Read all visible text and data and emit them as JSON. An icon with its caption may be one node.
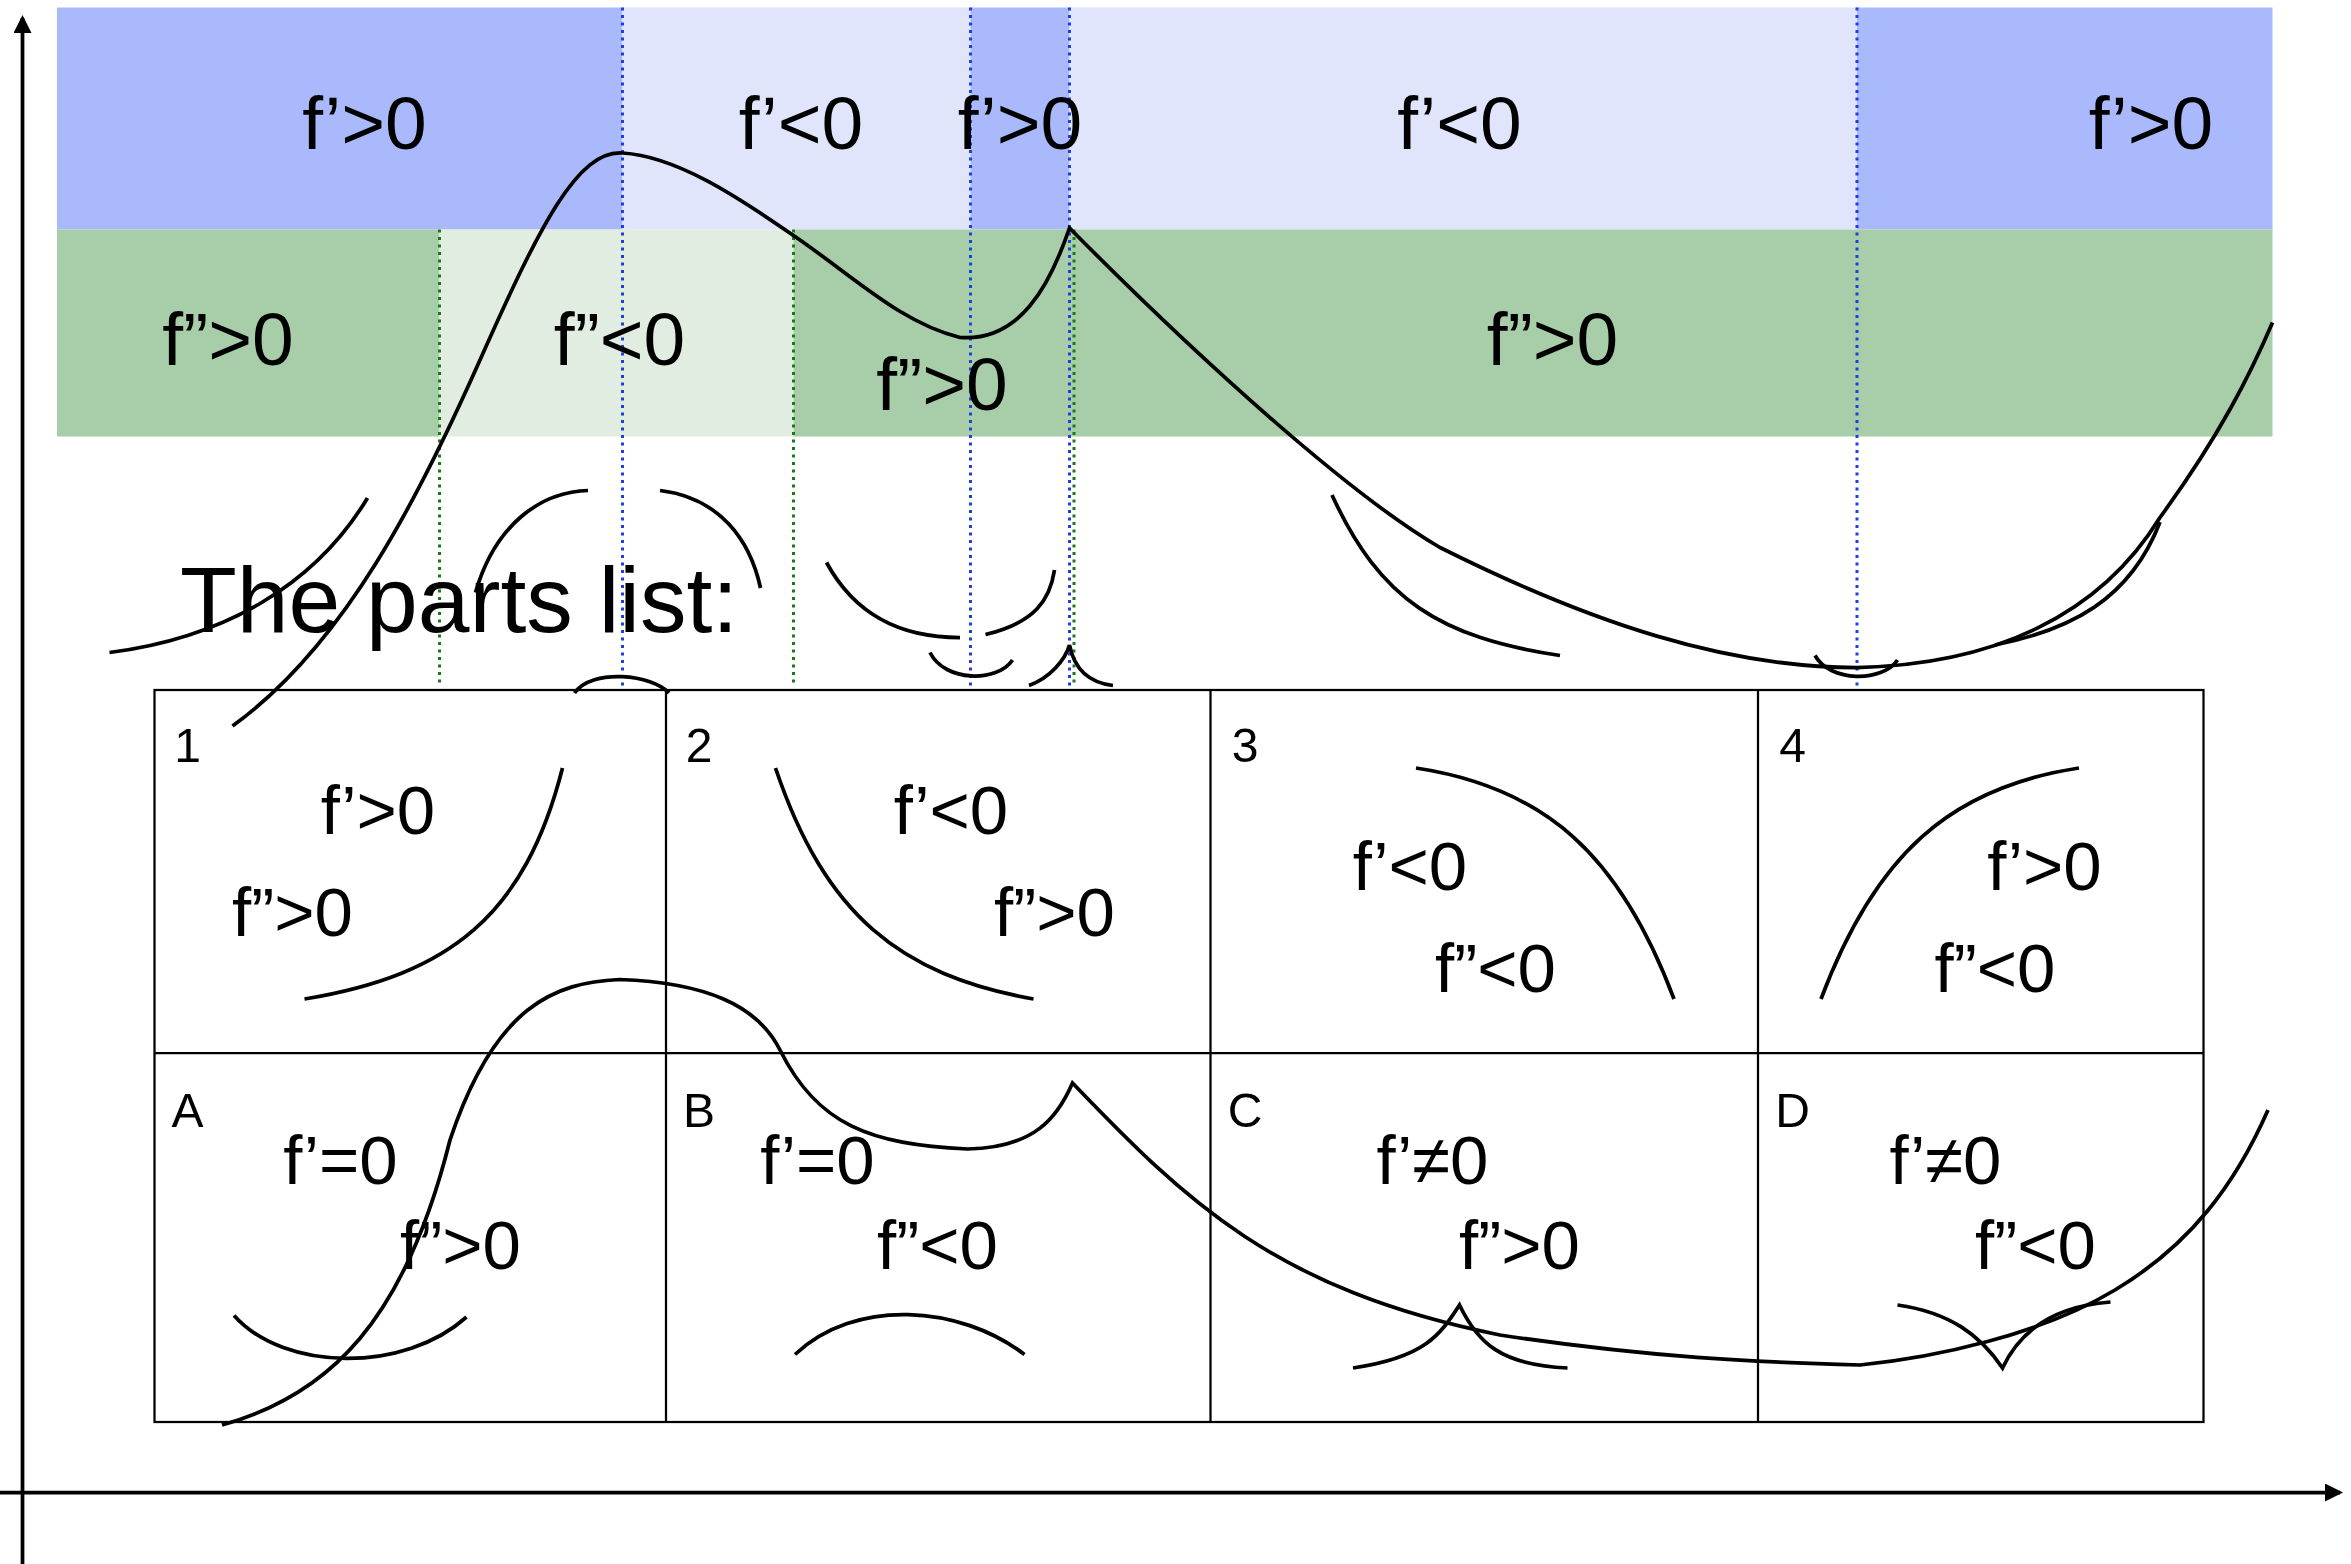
{
  "diagram": {
    "labels": [
      "f’>0",
      "f’<0",
      "f’>0",
      "f’<0",
      "f’>0",
      "f”>0",
      "f”<0",
      "f”>0",
      "f”>0",
      "The parts list:",
      "1",
      "f’>0",
      "f”>0",
      "2",
      "f’<0",
      "f”>0",
      "3",
      "f’<0",
      "f”<0",
      "4",
      "f’>0",
      "f”<0",
      "A",
      "f’=0",
      "f”>0",
      "B",
      "f’=0",
      "f”<0",
      "C",
      "f’≠0",
      "f”>0",
      "D",
      "f’≠0",
      "f”<0"
    ]
  }
}
